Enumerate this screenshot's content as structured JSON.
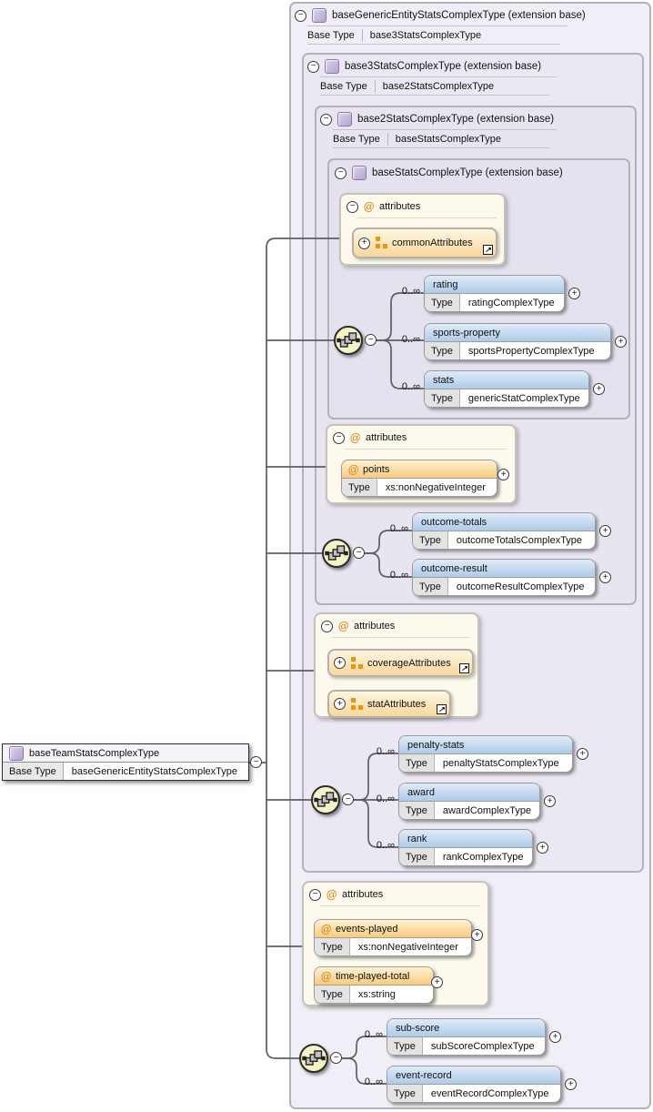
{
  "diagram": {
    "left_box": {
      "title": "baseTeamStatsComplexType",
      "base_type_label": "Base Type",
      "base_type": "baseGenericEntityStatsComplexType"
    },
    "containers": [
      {
        "title": "baseGenericEntityStatsComplexType (extension base)",
        "base_type_label": "Base Type",
        "base_type": "base3StatsComplexType"
      },
      {
        "title": "base3StatsComplexType (extension base)",
        "base_type_label": "Base Type",
        "base_type": "base2StatsComplexType"
      },
      {
        "title": "base2StatsComplexType (extension base)",
        "base_type_label": "Base Type",
        "base_type": "baseStatsComplexType"
      },
      {
        "title": "baseStatsComplexType (extension base)"
      }
    ],
    "attribute_sections": [
      {
        "label": "attributes",
        "groups": [
          {
            "name": "commonAttributes"
          }
        ]
      },
      {
        "label": "attributes",
        "attributes": [
          {
            "name": "points",
            "type_label": "Type",
            "type": "xs:nonNegativeInteger"
          }
        ]
      },
      {
        "label": "attributes",
        "groups": [
          {
            "name": "coverageAttributes"
          },
          {
            "name": "statAttributes"
          }
        ]
      },
      {
        "label": "attributes",
        "attributes": [
          {
            "name": "events-played",
            "type_label": "Type",
            "type": "xs:nonNegativeInteger"
          },
          {
            "name": "time-played-total",
            "type_label": "Type",
            "type": "xs:string"
          }
        ]
      }
    ],
    "sequences": [
      {
        "items": [
          {
            "occurs": "0..∞",
            "name": "rating",
            "type_label": "Type",
            "type": "ratingComplexType"
          },
          {
            "occurs": "0..∞",
            "name": "sports-property",
            "type_label": "Type",
            "type": "sportsPropertyComplexType"
          },
          {
            "occurs": "0..∞",
            "name": "stats",
            "type_label": "Type",
            "type": "genericStatComplexType"
          }
        ]
      },
      {
        "items": [
          {
            "occurs": "0..∞",
            "name": "outcome-totals",
            "type_label": "Type",
            "type": "outcomeTotalsComplexType"
          },
          {
            "occurs": "0..∞",
            "name": "outcome-result",
            "type_label": "Type",
            "type": "outcomeResultComplexType"
          }
        ]
      },
      {
        "items": [
          {
            "occurs": "0..∞",
            "name": "penalty-stats",
            "type_label": "Type",
            "type": "penaltyStatsComplexType"
          },
          {
            "occurs": "0..∞",
            "name": "award",
            "type_label": "Type",
            "type": "awardComplexType"
          },
          {
            "occurs": "0..∞",
            "name": "rank",
            "type_label": "Type",
            "type": "rankComplexType"
          }
        ]
      },
      {
        "items": [
          {
            "occurs": "0..∞",
            "name": "sub-score",
            "type_label": "Type",
            "type": "subScoreComplexType"
          },
          {
            "occurs": "0..∞",
            "name": "event-record",
            "type_label": "Type",
            "type": "eventRecordComplexType"
          }
        ]
      }
    ],
    "colors": {
      "container_fill": "#ebe8f3",
      "container_border": "#b3b1bb",
      "element_header": "#aecbe9",
      "attribute_header": "#f8cb80",
      "attribute_group_fill": "#f8d79c",
      "attributes_panel_fill": "#fdf9ec",
      "sequence_icon_fill": "#f5f2c5",
      "connector": "#5f5f5f",
      "complextype_icon": "#b5a3cf"
    }
  }
}
